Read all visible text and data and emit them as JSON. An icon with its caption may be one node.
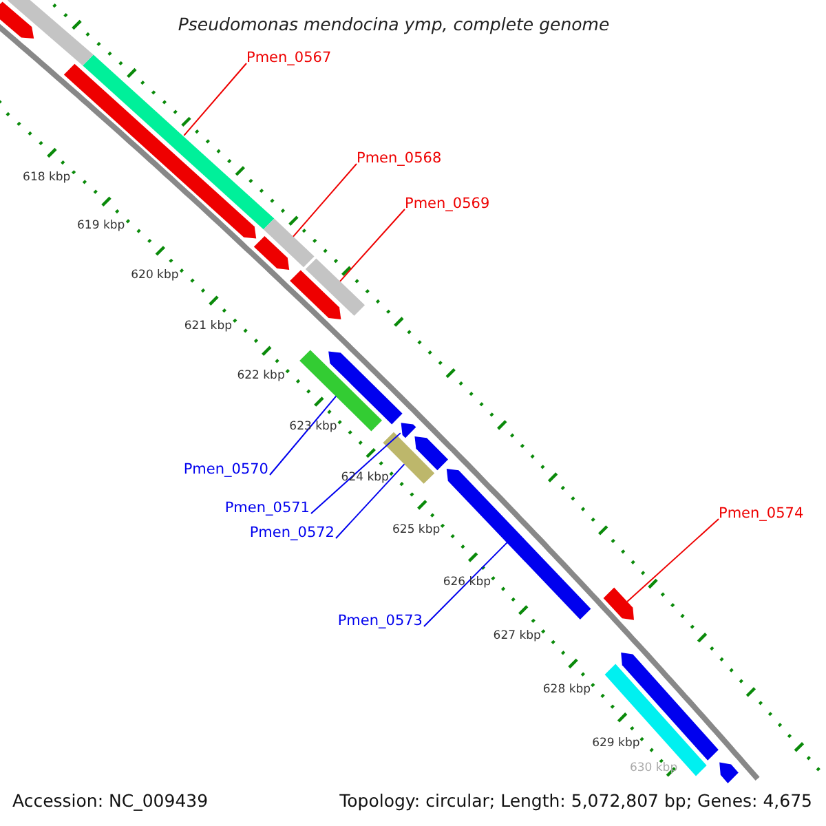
{
  "diagram": {
    "title": "Pseudomonas mendocina ymp, complete genome",
    "nodes": [
      {
        "text": [
          "Pmen_0567"
        ]
      },
      {
        "text": [
          "Pmen_0568"
        ]
      },
      {
        "text": [
          "Pmen_0569"
        ]
      },
      {
        "text": [
          "Pmen_0570"
        ]
      },
      {
        "text": [
          "Pmen_0571"
        ]
      },
      {
        "text": [
          "Pmen_0572"
        ]
      },
      {
        "text": [
          "Pmen_0573"
        ]
      },
      {
        "text": [
          "Pmen_0574"
        ]
      },
      {
        "text": [],
        "shape": "bar"
      },
      {
        "text": [],
        "shape": "bar"
      },
      {
        "text": [],
        "shape": "bar"
      },
      {
        "text": [],
        "shape": "bar"
      },
      {
        "text": [],
        "shape": "arrow"
      },
      {
        "text": [],
        "shape": "bar"
      },
      {
        "text": [],
        "shape": "arrow"
      },
      {
        "text": [],
        "shape": "arrow"
      },
      {
        "text": [],
        "shape": "arrow"
      },
      {
        "text": [],
        "shape": "bar"
      },
      {
        "text": [],
        "shape": "arrow"
      },
      {
        "text": [],
        "shape": "arrow"
      },
      {
        "text": [],
        "shape": "arrow"
      },
      {
        "text": [],
        "shape": "arrow"
      },
      {
        "text": [],
        "shape": "arrow"
      },
      {
        "text": [],
        "shape": "arrow"
      },
      {
        "text": [],
        "shape": "bar"
      },
      {
        "text": [],
        "shape": "arrow"
      }
    ],
    "edges": [
      {
        "from": 0,
        "to": 8,
        "arrow": "none"
      },
      {
        "from": 1,
        "to": 9,
        "arrow": "none"
      },
      {
        "from": 2,
        "to": 10,
        "arrow": "none"
      },
      {
        "from": 3,
        "to": 11,
        "arrow": "none",
        "color": "#0000ee"
      },
      {
        "from": 4,
        "to": 12,
        "arrow": "none",
        "color": "#0000ee"
      },
      {
        "from": 5,
        "to": 13,
        "arrow": "none",
        "color": "#0000ee"
      },
      {
        "from": 6,
        "to": 14,
        "arrow": "none",
        "color": "#0000ee"
      },
      {
        "from": 7,
        "to": 15,
        "arrow": "none"
      }
    ],
    "labels": [
      "618 kbp",
      "619 kbp",
      "620 kbp",
      "621 kbp",
      "622 kbp",
      "623 kbp",
      "624 kbp",
      "625 kbp",
      "626 kbp",
      "627 kbp",
      "628 kbp",
      "629 kbp",
      "630 kbp",
      "Accession: NC_009439",
      "Topology: circular; Length: 5,072,807 bp; Genes: 4,675"
    ]
  }
}
